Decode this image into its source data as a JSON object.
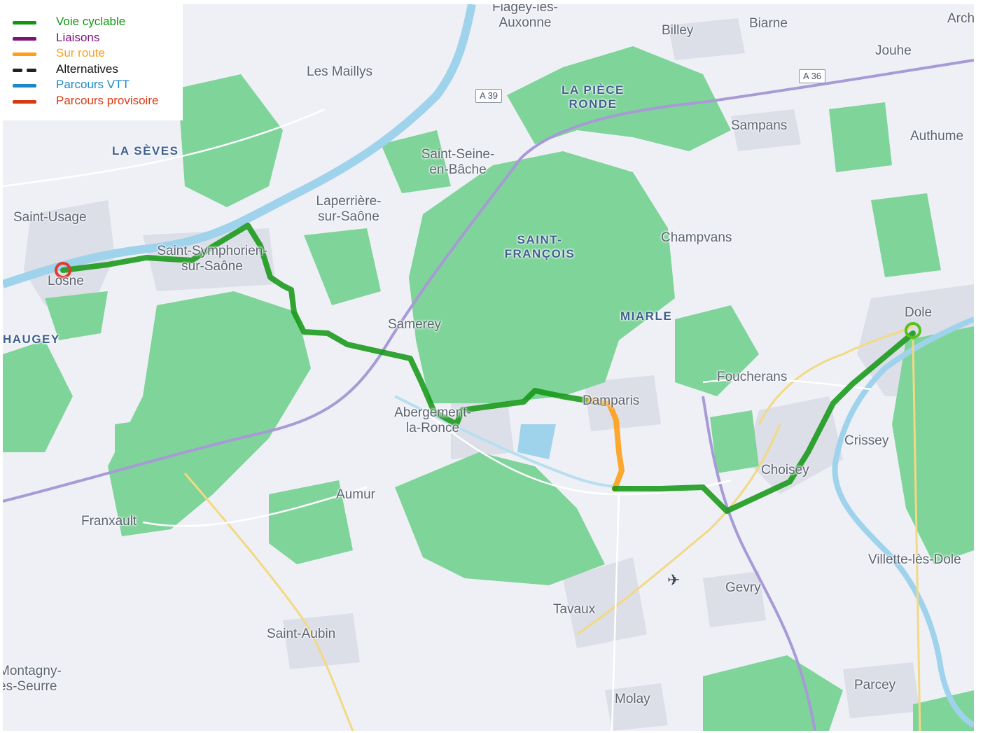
{
  "legend": {
    "items": [
      {
        "label": "Voie cyclable",
        "color": "#119611",
        "style": "solid"
      },
      {
        "label": "Liaisons",
        "color": "#7b137b",
        "style": "solid"
      },
      {
        "label": "Sur route",
        "color": "#ff9e18",
        "style": "solid"
      },
      {
        "label": "Alternatives",
        "color": "#111111",
        "style": "dashed"
      },
      {
        "label": "Parcours VTT",
        "color": "#1c88c7",
        "style": "solid"
      },
      {
        "label": "Parcours provisoire",
        "color": "#d53a12",
        "style": "solid"
      }
    ]
  },
  "places": {
    "flagey": "Flagey-lès-\nAuxonne",
    "billey": "Billey",
    "biarne": "Biarne",
    "archelange": "Arch",
    "jouhe": "Jouhe",
    "les_maillys": "Les Maillys",
    "la_piece_ronde": "LA PIÈCE\nRONDE",
    "sampans": "Sampans",
    "authume": "Authume",
    "la_seves": "LA SÈVES",
    "saint_seine": "Saint-Seine-\nen-Bâche",
    "laperriere": "Laperrière-\nsur-Saône",
    "saint_usage": "Saint-Usage",
    "saint_symphorien": "Saint-Symphorien-\nsur-Saône",
    "losne": "Losne",
    "saint_francois": "SAINT-\nFRANÇOIS",
    "champvans": "Champvans",
    "miarle": "MIARLE",
    "dole": "Dole",
    "chaugey": "HAUGEY",
    "samerey": "Samerey",
    "foucherans": "Foucherans",
    "damparis": "Damparis",
    "abergement": "Abergement-\nla-Ronce",
    "crissey": "Crissey",
    "choisey": "Choisey",
    "aumur": "Aumur",
    "franxault": "Franxault",
    "villette": "Villette-lès-Dole",
    "gevry": "Gevry",
    "tavaux": "Tavaux",
    "saint_aubin": "Saint-Aubin",
    "montagny": "Montagny-\nès-Seurre",
    "parcey": "Parcey",
    "molay": "Molay"
  },
  "roads": {
    "a39": "A 39",
    "a36": "A 36"
  },
  "icons": {
    "airport": "airplane-icon",
    "start": "start-marker-icon",
    "end": "end-marker-icon"
  },
  "colors": {
    "background": "#eef0f6",
    "forest": "#7fd49a",
    "water": "#9fd3ec",
    "urban": "#dcdee8",
    "motorway": "#a79ad6",
    "main_road": "#f2d983",
    "route_cycle": "#119611",
    "route_road": "#ff9e18",
    "start_marker": "#e13a2c",
    "end_marker": "#56c121"
  }
}
